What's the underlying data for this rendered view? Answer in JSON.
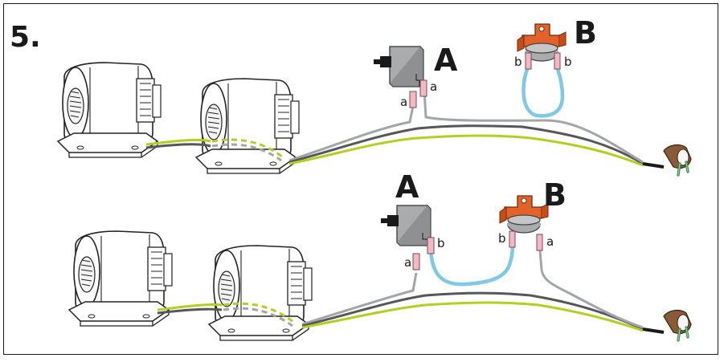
{
  "step_number": "5.",
  "labels": {
    "component_a": "A",
    "component_b": "B",
    "terminal_a": "a",
    "terminal_b": "b"
  },
  "colors": {
    "wire_grey": "#a3a6a9",
    "wire_dark": "#55585b",
    "wire_green": "#b5cf1f",
    "wire_blue": "#7ec8e8",
    "connector_pink": "#f2b8c4",
    "switch_grey": "#a9abad",
    "thermostat_orange": "#e2622a",
    "plug_brown": "#8a5a36",
    "plug_green": "#2e8a4a"
  },
  "panels": [
    {
      "name": "top",
      "switch_terminals": [
        "a",
        "a"
      ],
      "thermostat_terminals": [
        "b",
        "b"
      ]
    },
    {
      "name": "bottom",
      "switch_terminals": [
        "a",
        "b"
      ],
      "thermostat_terminals": [
        "b",
        "a"
      ]
    }
  ]
}
